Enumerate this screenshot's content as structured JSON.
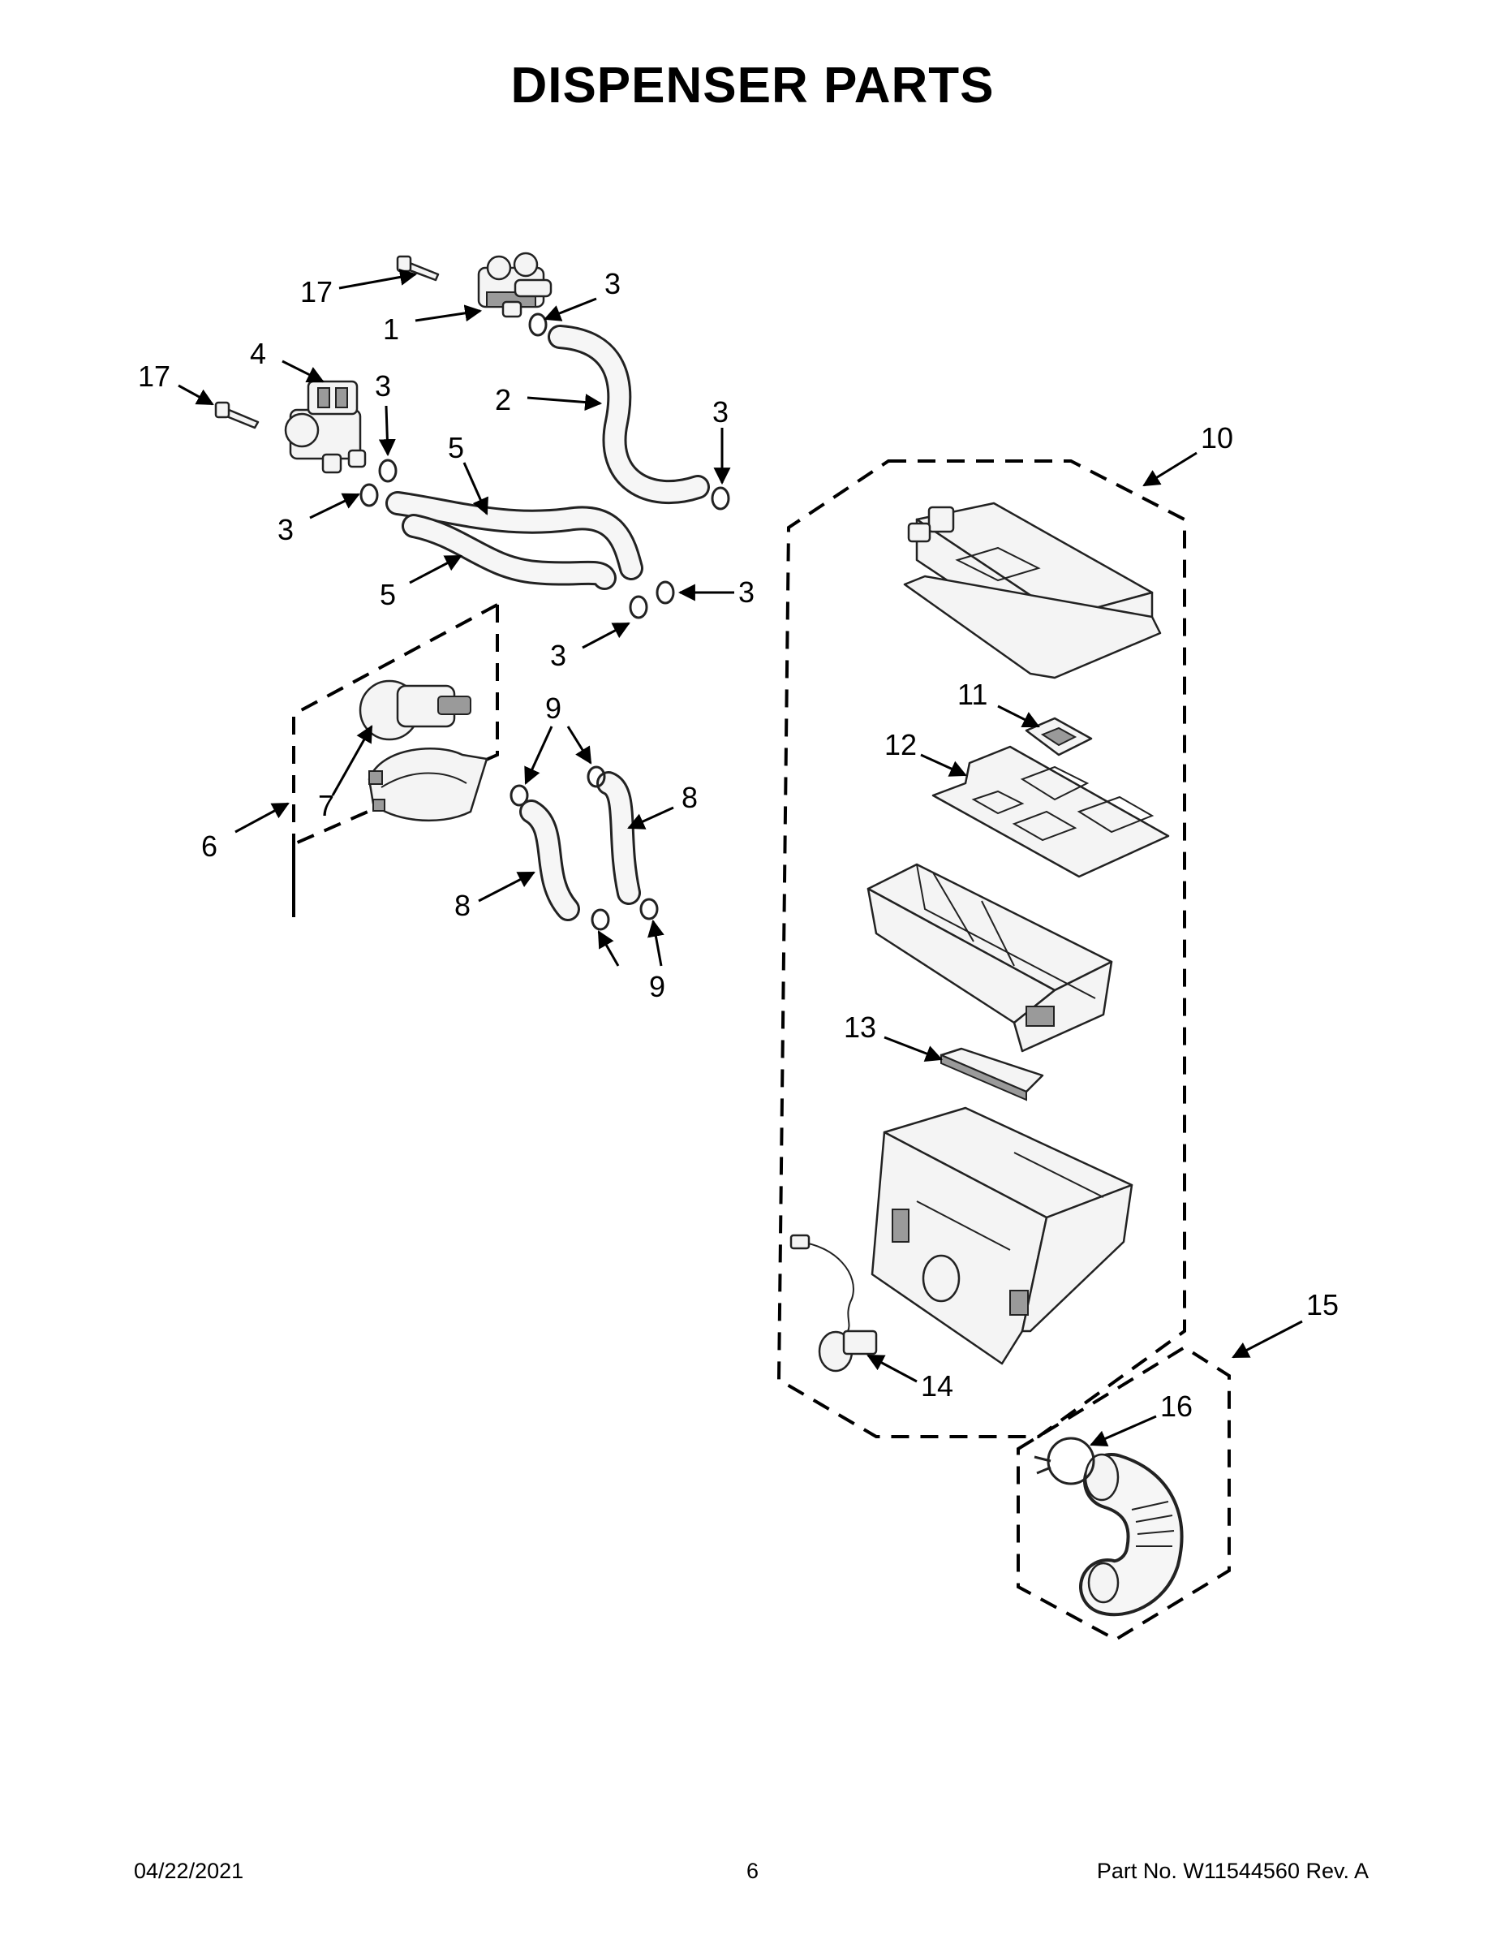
{
  "page": {
    "title": "DISPENSER PARTS",
    "footer_date": "04/22/2021",
    "footer_page": "6",
    "footer_part": "Part No.  W11544560  Rev.  A"
  },
  "callouts": {
    "c17a": "17",
    "c1": "1",
    "c3a": "3",
    "c4": "4",
    "c17b": "17",
    "c3b": "3",
    "c2": "2",
    "c3c": "3",
    "c5a": "5",
    "c3d": "3",
    "c5b": "5",
    "c3e": "3",
    "c3f": "3",
    "c10": "10",
    "c9a": "9",
    "c11": "11",
    "c12": "12",
    "c7": "7",
    "c8a": "8",
    "c6": "6",
    "c8b": "8",
    "c9b": "9",
    "c13": "13",
    "c15": "15",
    "c14": "14",
    "c16": "16"
  }
}
